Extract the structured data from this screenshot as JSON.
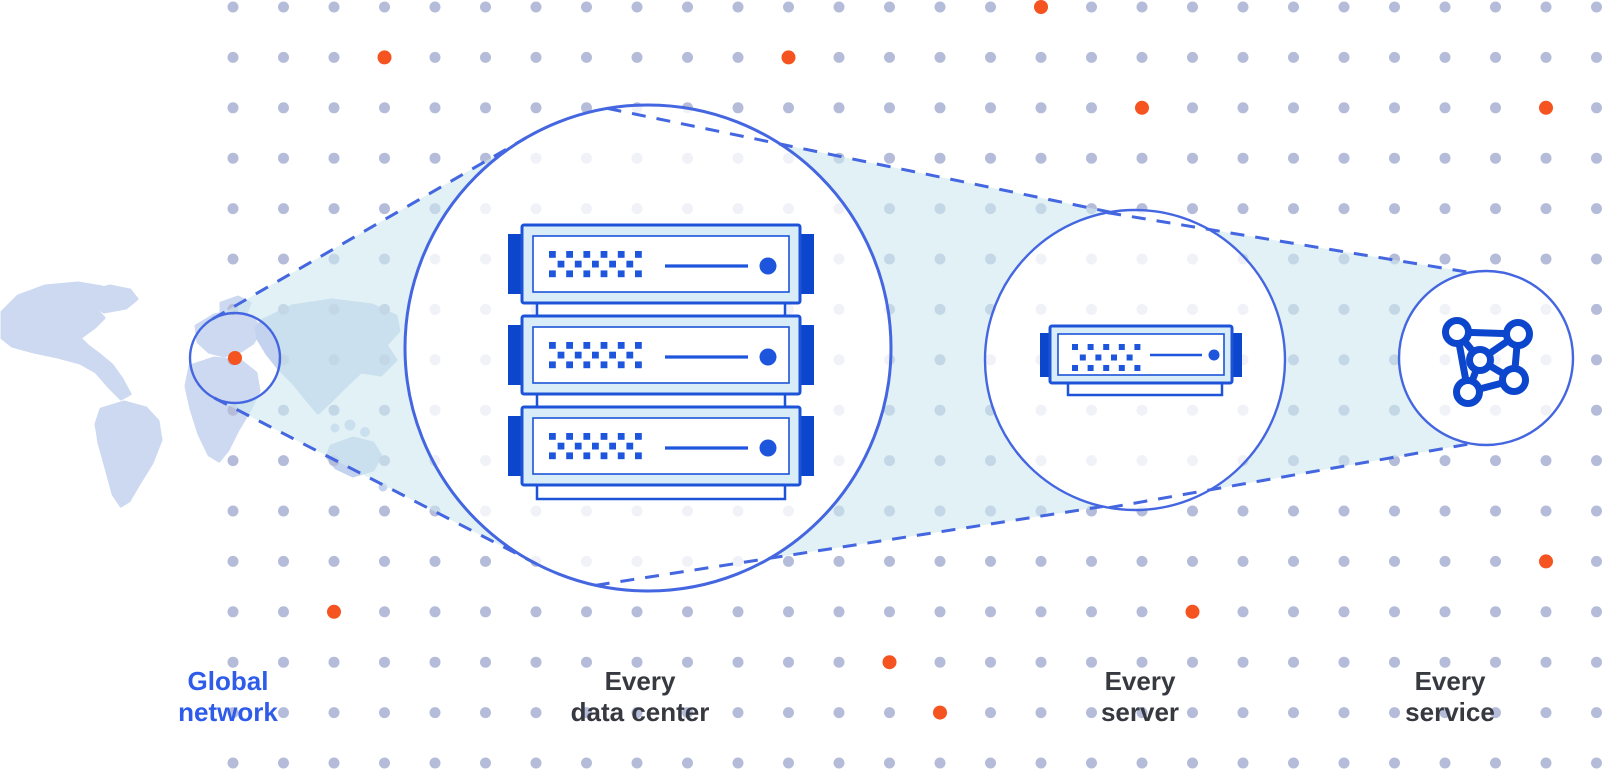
{
  "stages": [
    {
      "id": "global-network",
      "label_line1": "Global",
      "label_line2": "network",
      "emphasis": "blue"
    },
    {
      "id": "data-center",
      "label_line1": "Every",
      "label_line2": "data center",
      "emphasis": "dark"
    },
    {
      "id": "server",
      "label_line1": "Every",
      "label_line2": "server",
      "emphasis": "dark"
    },
    {
      "id": "service",
      "label_line1": "Every",
      "label_line2": "service",
      "emphasis": "dark"
    }
  ],
  "icon_names": [
    "world-map",
    "location-marker-dot",
    "server-rack-icon",
    "server-unit-icon",
    "network-mesh-icon"
  ],
  "accent_dots": {
    "grid_positions": [
      [
        16,
        0
      ],
      [
        3,
        1
      ],
      [
        11,
        1
      ],
      [
        18,
        2
      ],
      [
        26,
        2
      ],
      [
        26,
        11
      ],
      [
        2,
        12
      ],
      [
        19,
        12
      ],
      [
        13,
        13
      ],
      [
        14,
        14
      ]
    ]
  },
  "colors": {
    "accent_blue": "#2e5be9",
    "text_dark": "#363940",
    "stroke_blue": "#4466e0",
    "server_stroke": "#1c53d8",
    "deep_blue": "#0c46cc",
    "pattern_blue": "#1d55dd",
    "pale_band": "#d8edf8",
    "beam_fill": "#cfe8ef",
    "map_fill": "#ccd9f1",
    "map_fill_dark": "#c3d2ee",
    "grid_dot": "#b4bcd9",
    "orange": "#f5531f"
  }
}
